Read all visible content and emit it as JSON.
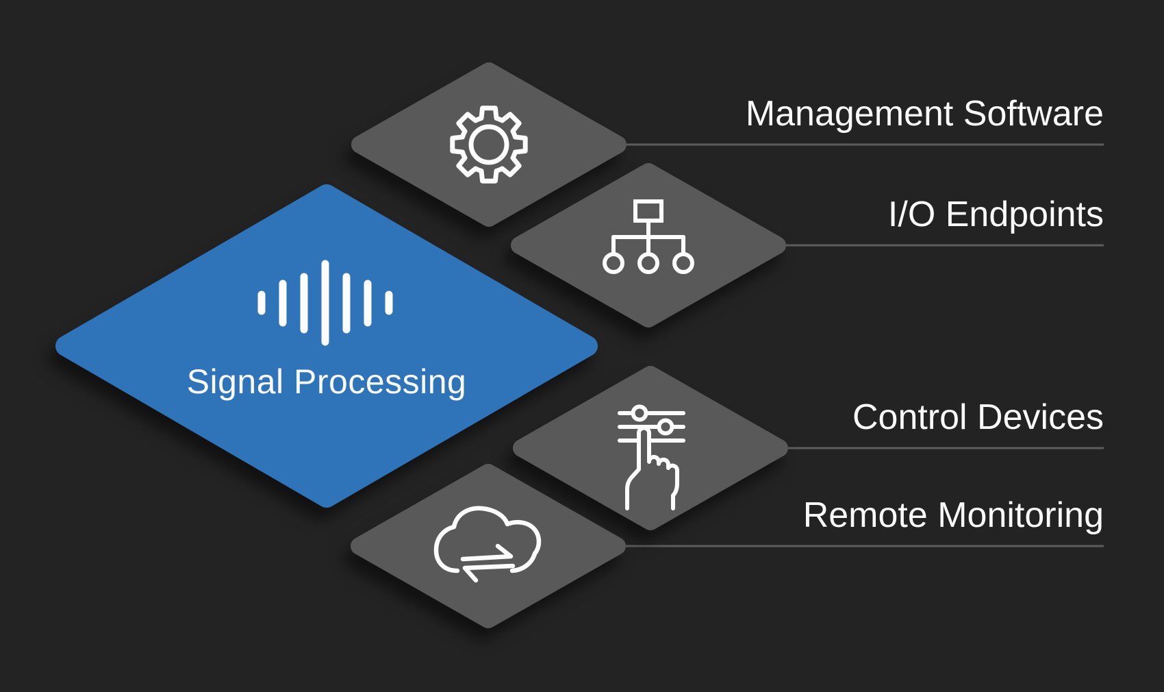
{
  "diagram": {
    "center": {
      "label": "Signal Processing",
      "icon": "waveform-icon"
    },
    "nodes": [
      {
        "label": "Management Software",
        "icon": "gear-icon"
      },
      {
        "label": "I/O Endpoints",
        "icon": "sitemap-icon"
      },
      {
        "label": "Control Devices",
        "icon": "sliders-hand-icon"
      },
      {
        "label": "Remote Monitoring",
        "icon": "cloud-sync-icon"
      }
    ],
    "colors": {
      "background": "#232323",
      "center_blue": "#2f73b8",
      "node_gray": "#595959",
      "line_gray": "#5d5d5d",
      "text": "#fafafa",
      "icon_stroke": "#fcfcfc"
    }
  }
}
